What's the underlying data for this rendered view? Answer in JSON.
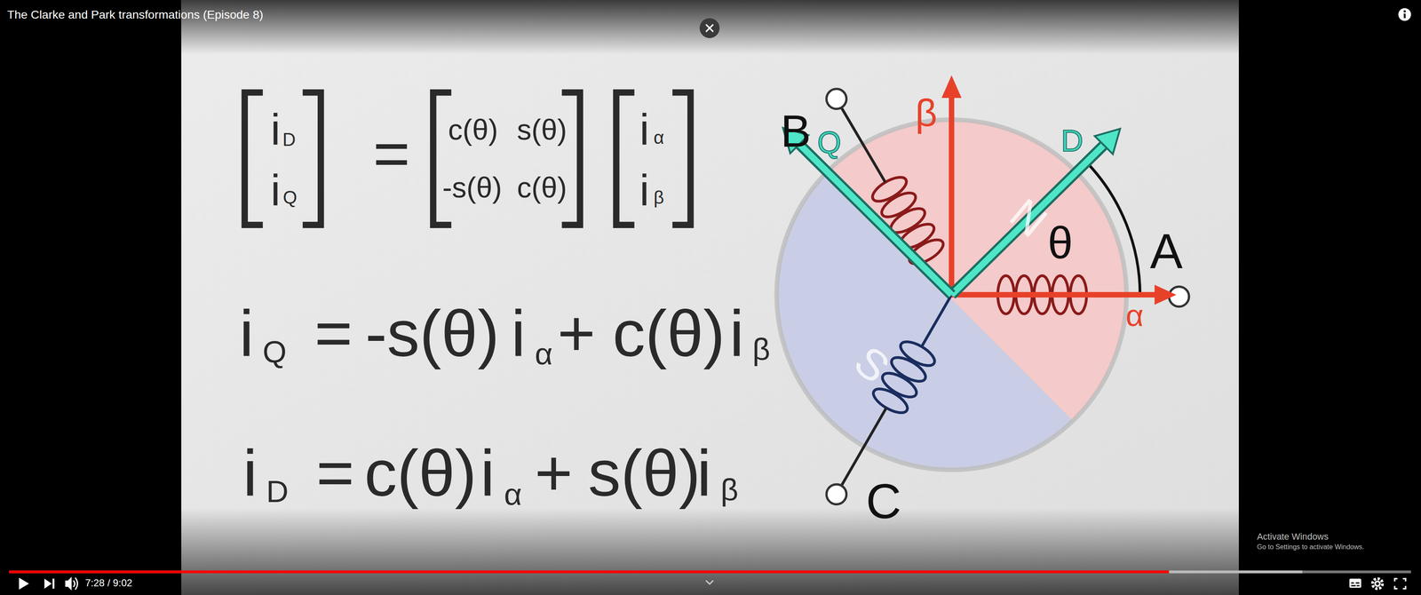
{
  "diagram": {
    "title": "The Clarke and Park transformations (Episode 8)",
    "labels": [
      "i",
      "D",
      "i",
      "Q",
      "=",
      "c(θ)",
      "s(θ)",
      "-s(θ)",
      "c(θ)",
      "i",
      "α",
      "i",
      "β",
      "i",
      "Q",
      "=",
      "-s(θ)",
      "i",
      "α",
      "+",
      "c(θ)",
      "i",
      "β",
      "i",
      "D",
      "=",
      "c(θ)",
      "i",
      "α",
      "+",
      "s(θ)",
      "i",
      "β",
      "B",
      "Q",
      "β",
      "D",
      "θ",
      "A",
      "α",
      "C",
      "N",
      "S",
      "7:28 / 9:02",
      "Activate Windows",
      "Go to Settings to activate Windows."
    ]
  }
}
